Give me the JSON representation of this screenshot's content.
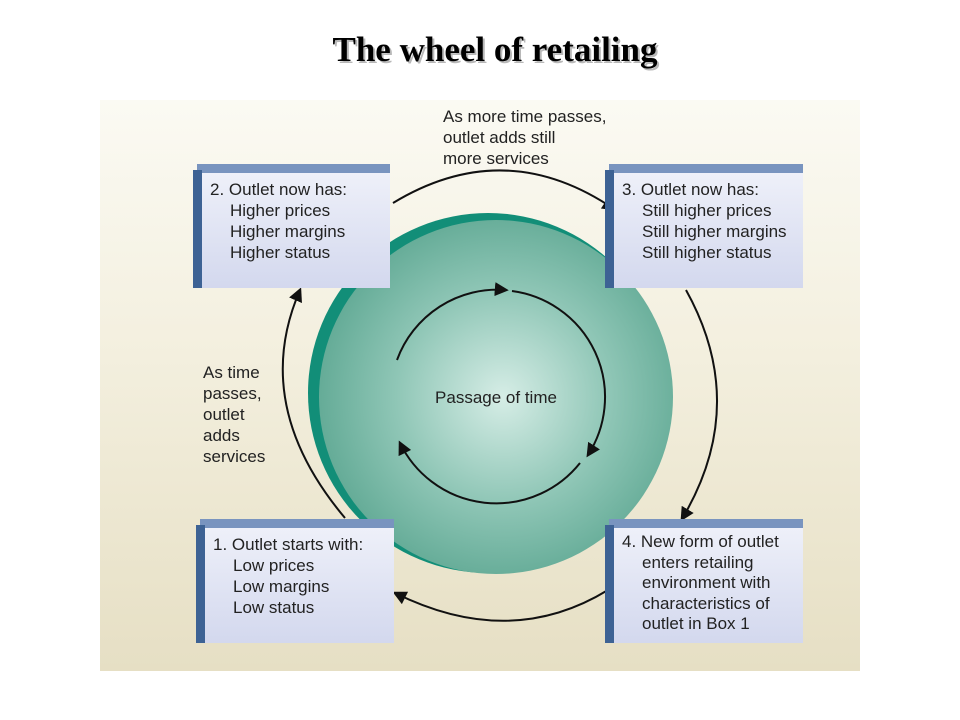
{
  "title": "The wheel of retailing",
  "colors": {
    "wheel_dark": "#128e78",
    "wheel_light": "#cfe9e1",
    "box_face": "#d9ddef",
    "box_side": "#3d6294",
    "box_top": "#7994bf"
  },
  "center_label": "Passage of time",
  "boxes": {
    "box1": {
      "lines": [
        "1. Outlet starts with:",
        "Low prices",
        "Low margins",
        "Low status"
      ]
    },
    "box2": {
      "lines": [
        "2. Outlet now has:",
        "Higher prices",
        "Higher margins",
        "Higher status"
      ]
    },
    "box3": {
      "lines": [
        "3. Outlet now has:",
        "Still higher prices",
        "Still higher margins",
        "Still higher status"
      ]
    },
    "box4": {
      "lines": [
        "4. New form of outlet",
        "enters retailing",
        "environment with",
        "characteristics of",
        "outlet in Box 1"
      ]
    }
  },
  "labels": {
    "top": [
      "As more time passes,",
      "outlet adds still",
      "more services"
    ],
    "left": [
      "As time",
      "passes,",
      "outlet",
      "adds",
      "services"
    ]
  }
}
